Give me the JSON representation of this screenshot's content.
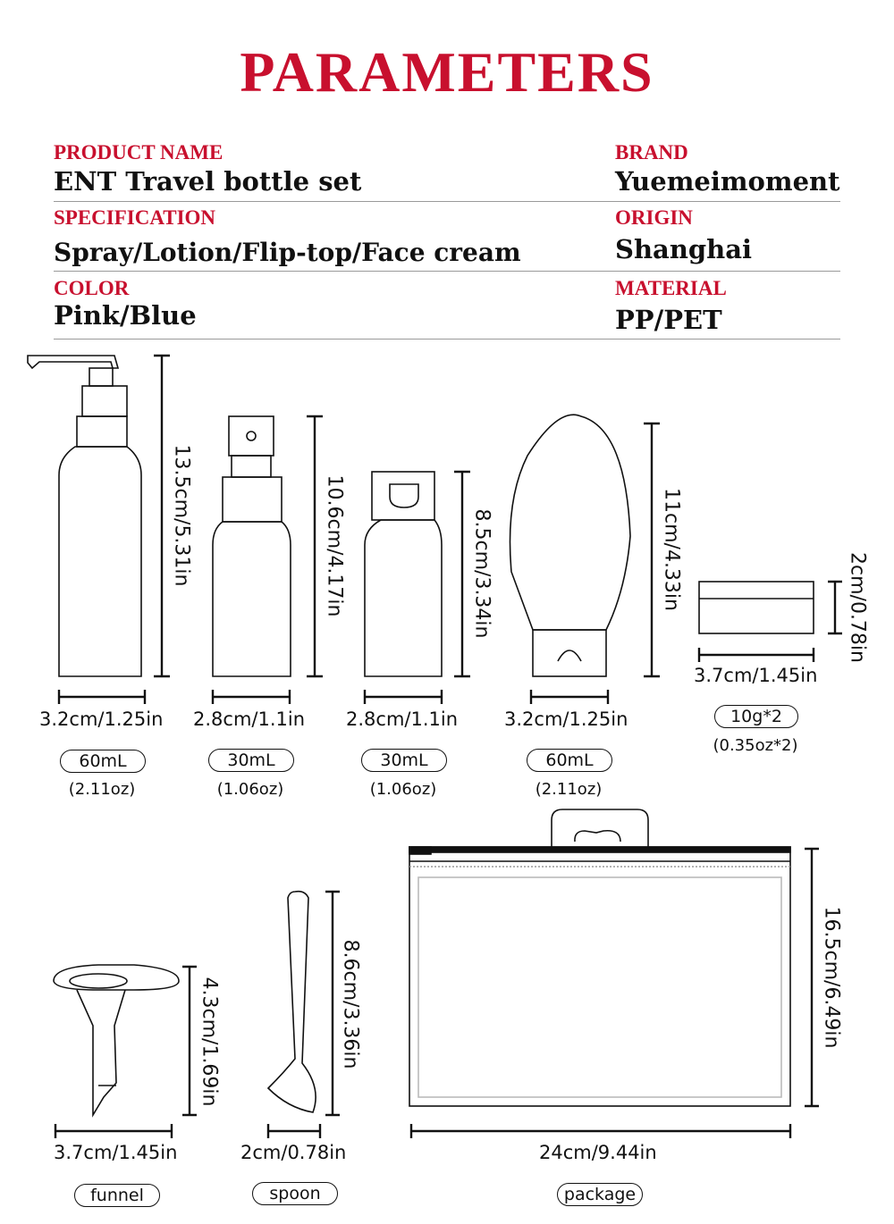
{
  "title": "PARAMETERS",
  "params": {
    "product_name": {
      "label": "PRODUCT NAME",
      "value": "ENT Travel bottle set"
    },
    "brand": {
      "label": "BRAND",
      "value": "Yuemeimoment"
    },
    "specification": {
      "label": "SPECIFICATION",
      "value": "Spray/Lotion/Flip-top/Face cream"
    },
    "origin": {
      "label": "ORIGIN",
      "value": "Shanghai"
    },
    "color": {
      "label": "COLOR",
      "value": "Pink/Blue"
    },
    "material": {
      "label": "MATERIAL",
      "value": "PP/PET"
    }
  },
  "items": {
    "lotion": {
      "height": "13.5cm/5.31in",
      "width": "3.2cm/1.25in",
      "capacity": "60mL",
      "oz": "(2.11oz)"
    },
    "spray": {
      "height": "10.6cm/4.17in",
      "width": "2.8cm/1.1in",
      "capacity": "30mL",
      "oz": "(1.06oz)"
    },
    "fliptop": {
      "height": "8.5cm/3.34in",
      "width": "2.8cm/1.1in",
      "capacity": "30mL",
      "oz": "(1.06oz)"
    },
    "squeeze": {
      "height": "11cm/4.33in",
      "width": "3.2cm/1.25in",
      "capacity": "60mL",
      "oz": "(2.11oz)"
    },
    "jar": {
      "height": "2cm/0.78in",
      "width": "3.7cm/1.45in",
      "capacity": "10g*2",
      "oz": "(0.35oz*2)"
    },
    "funnel": {
      "height": "4.3cm/1.69in",
      "width": "3.7cm/1.45in",
      "name": "funnel"
    },
    "spoon": {
      "height": "8.6cm/3.36in",
      "width": "2cm/0.78in",
      "name": "spoon"
    },
    "package": {
      "height": "16.5cm/6.49in",
      "width": "24cm/9.44in",
      "name": "package"
    }
  }
}
